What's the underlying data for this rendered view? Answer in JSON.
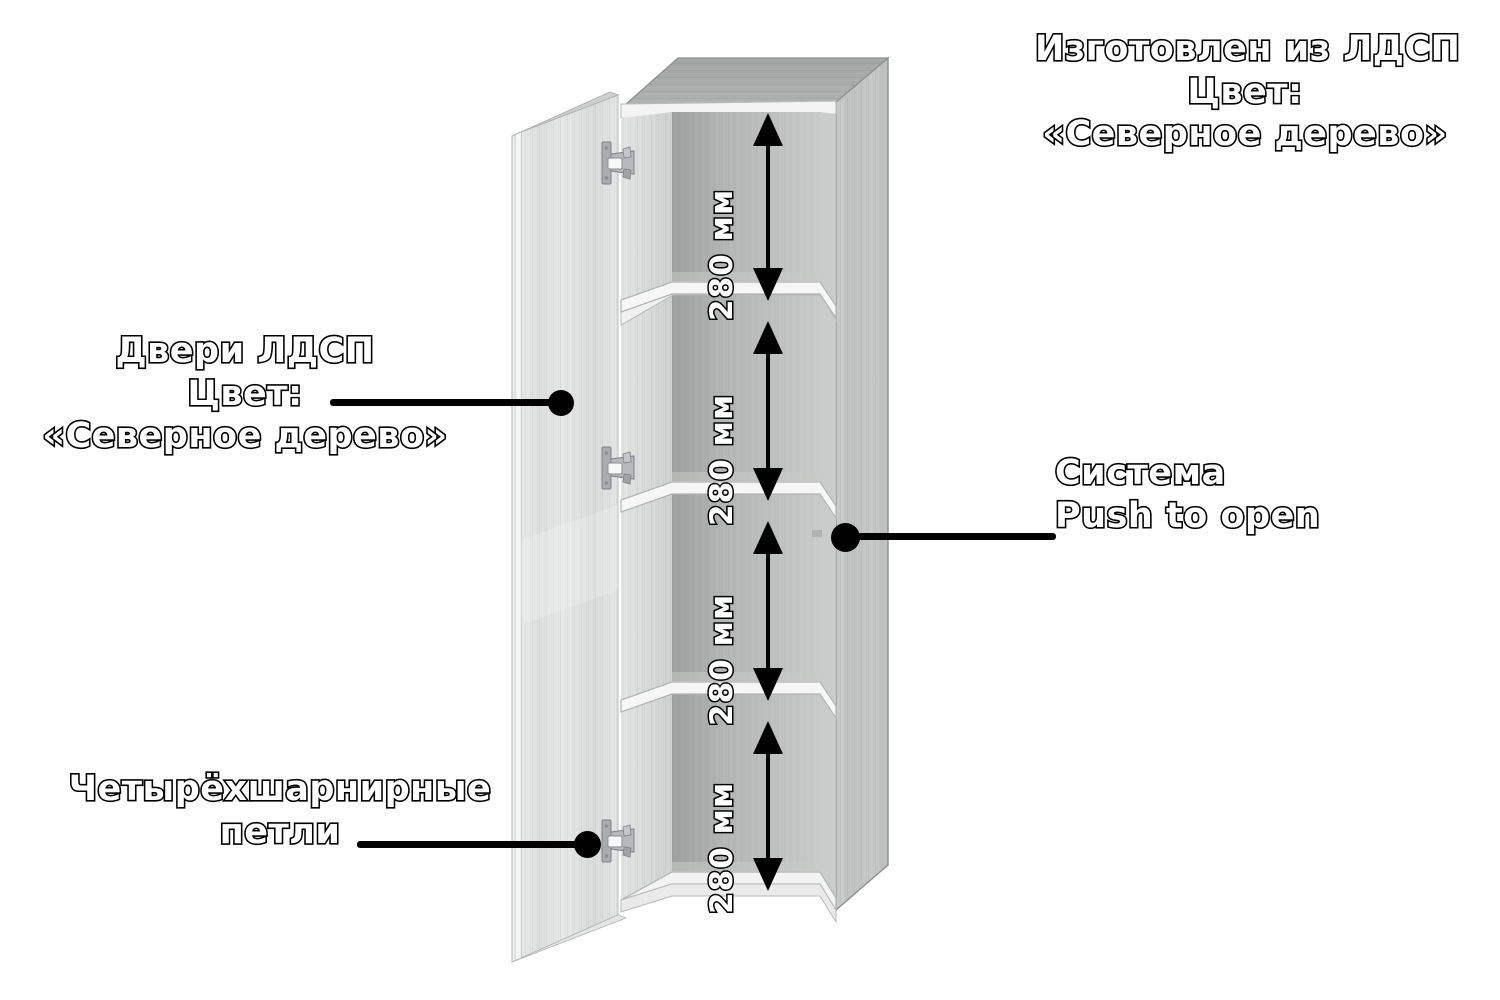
{
  "product": {
    "type": "wall-cabinet-4-compartments",
    "view": "3d-perspective-open-door"
  },
  "annotations": {
    "material": {
      "name": "material-note",
      "lines": [
        "Изготовлен из ЛДСП",
        "Цвет:",
        "«Северное дерево»"
      ],
      "line1": "Изготовлен из ЛДСП",
      "line2": "Цвет:",
      "line3": "«Северное дерево»",
      "position": "top-right",
      "has_leader": false
    },
    "doors": {
      "name": "doors-note",
      "lines": [
        "Двери ЛДСП",
        "Цвет:",
        "«Северное дерево»"
      ],
      "line1": "Двери ЛДСП",
      "line2": "Цвет:",
      "line3": "«Северное дерево»",
      "position": "left-middle",
      "has_leader": true
    },
    "hinges": {
      "name": "hinges-note",
      "lines": [
        "Четырёхшарнирные",
        "петли"
      ],
      "line1": "Четырёхшарнирные",
      "line2": "петли",
      "position": "bottom-left",
      "has_leader": true
    },
    "push_to_open": {
      "name": "push-to-open-note",
      "lines": [
        "Система",
        "Push to open"
      ],
      "line1": "Система",
      "line2": "Push to open",
      "position": "right-middle",
      "has_leader": true
    }
  },
  "dimensions": {
    "unit": "мм",
    "compartments": [
      {
        "label": "280 мм",
        "value": 280,
        "index": 1
      },
      {
        "label": "280 мм",
        "value": 280,
        "index": 2
      },
      {
        "label": "280 мм",
        "value": 280,
        "index": 3
      },
      {
        "label": "280 мм",
        "value": 280,
        "index": 4
      }
    ],
    "compartment_count": 4,
    "shelf_count": 3
  },
  "hardware": {
    "hinge_label": "four-joint-hinge",
    "hinge_count": 3,
    "push_to_open_label": "Push to open"
  },
  "colors": {
    "background": "#ffffff",
    "text_fill": "#ffffff",
    "text_outline": "#000000",
    "leader": "#000000",
    "cabinet_top": "#a8aaa9",
    "cabinet_side": "#c2c4c3",
    "cabinet_edge": "#f2f3f2",
    "interior_back": "#b8bab9",
    "interior_left": "#d7d9d8",
    "shelf_top": "#cdcfce",
    "door_face": "#dfe1e0",
    "hinge_metal": "#9fa3a6"
  }
}
